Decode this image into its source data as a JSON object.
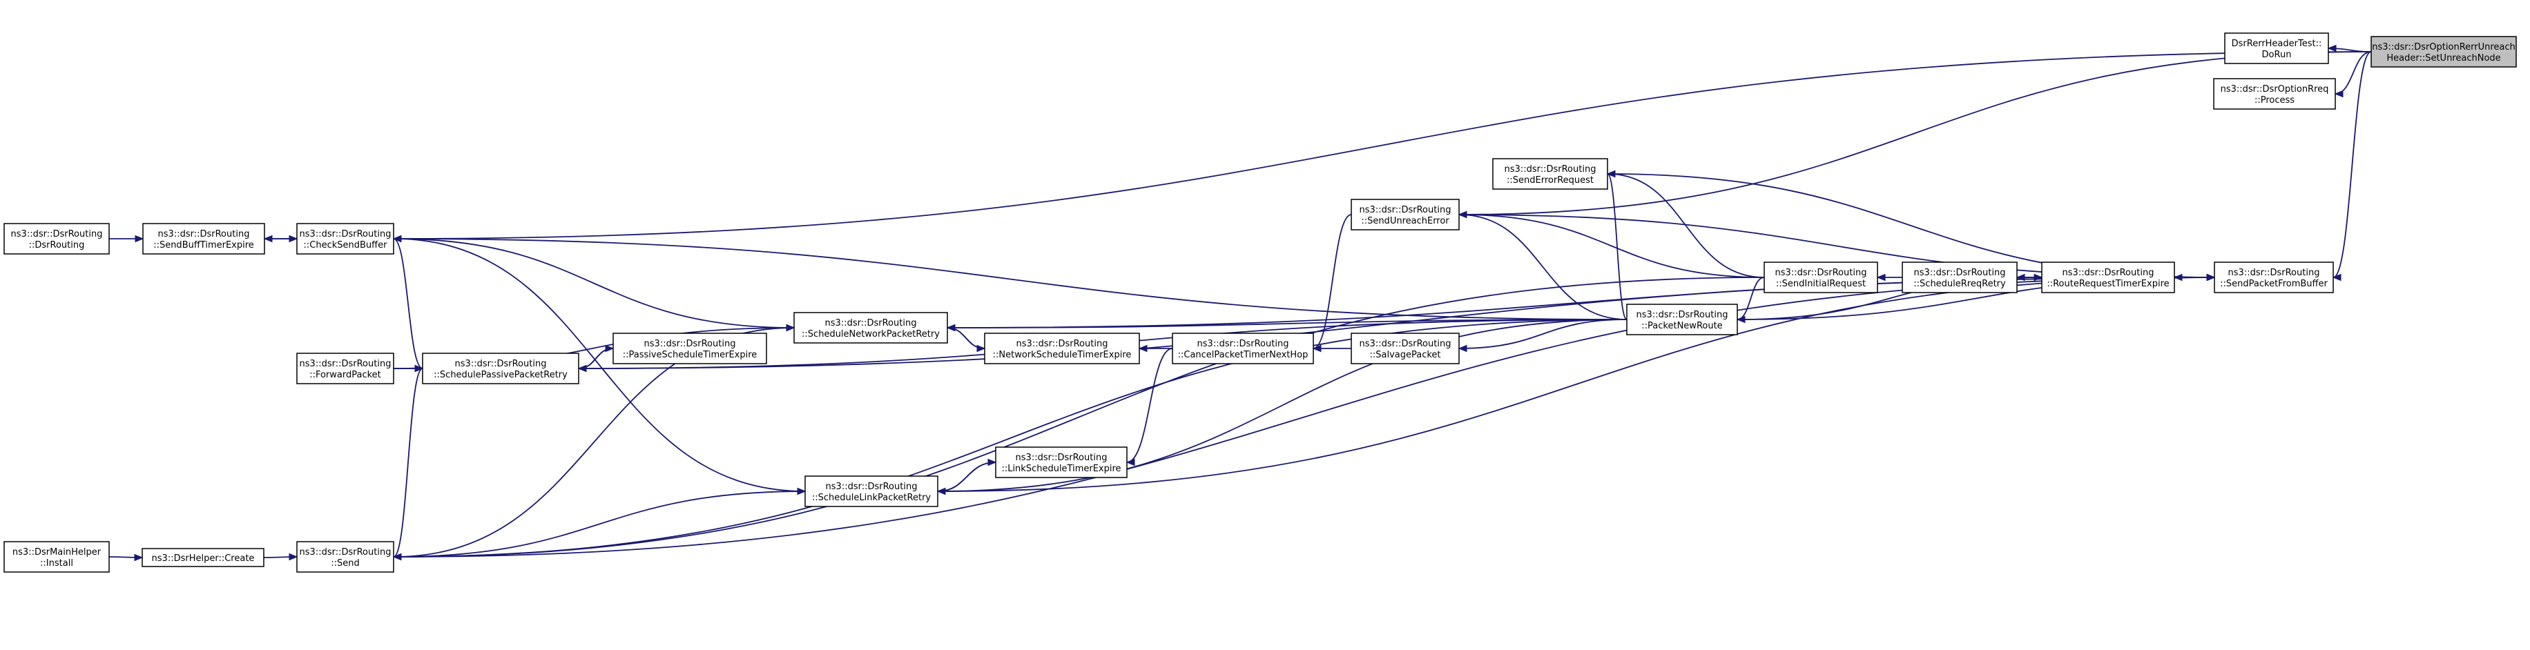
{
  "graph": {
    "type": "call-graph",
    "colors": {
      "edge": "#191970",
      "node_border": "#000000",
      "root_fill": "#bfbfbf",
      "node_fill": "#ffffff"
    },
    "nodes": [
      {
        "id": "root",
        "lines": [
          "ns3::dsr::DsrOptionRerrUnreach",
          "Header::SetUnreachNode"
        ],
        "root": true
      },
      {
        "id": "rerrtest",
        "lines": [
          "DsrRerrHeaderTest::",
          "DoRun"
        ]
      },
      {
        "id": "rreqproc",
        "lines": [
          "ns3::dsr::DsrOptionRreq",
          "::Process"
        ]
      },
      {
        "id": "spfb",
        "lines": [
          "ns3::dsr::DsrRouting",
          "::SendPacketFromBuffer"
        ]
      },
      {
        "id": "rrte",
        "lines": [
          "ns3::dsr::DsrRouting",
          "::RouteRequestTimerExpire"
        ]
      },
      {
        "id": "srr",
        "lines": [
          "ns3::dsr::DsrRouting",
          "::ScheduleRreqRetry"
        ]
      },
      {
        "id": "sir",
        "lines": [
          "ns3::dsr::DsrRouting",
          "::SendInitialRequest"
        ]
      },
      {
        "id": "pnr",
        "lines": [
          "ns3::dsr::DsrRouting",
          "::PacketNewRoute"
        ]
      },
      {
        "id": "ser",
        "lines": [
          "ns3::dsr::DsrRouting",
          "::SendErrorRequest"
        ]
      },
      {
        "id": "sue",
        "lines": [
          "ns3::dsr::DsrRouting",
          "::SendUnreachError"
        ]
      },
      {
        "id": "salv",
        "lines": [
          "ns3::dsr::DsrRouting",
          "::SalvagePacket"
        ]
      },
      {
        "id": "cptnh",
        "lines": [
          "ns3::dsr::DsrRouting",
          "::CancelPacketTimerNextHop"
        ]
      },
      {
        "id": "nste",
        "lines": [
          "ns3::dsr::DsrRouting",
          "::NetworkScheduleTimerExpire"
        ]
      },
      {
        "id": "lste",
        "lines": [
          "ns3::dsr::DsrRouting",
          "::LinkScheduleTimerExpire"
        ]
      },
      {
        "id": "snpr",
        "lines": [
          "ns3::dsr::DsrRouting",
          "::ScheduleNetworkPacketRetry"
        ]
      },
      {
        "id": "slpr",
        "lines": [
          "ns3::dsr::DsrRouting",
          "::ScheduleLinkPacketRetry"
        ]
      },
      {
        "id": "pste",
        "lines": [
          "ns3::dsr::DsrRouting",
          "::PassiveScheduleTimerExpire"
        ]
      },
      {
        "id": "sppr",
        "lines": [
          "ns3::dsr::DsrRouting",
          "::SchedulePassivePacketRetry"
        ]
      },
      {
        "id": "csb",
        "lines": [
          "ns3::dsr::DsrRouting",
          "::CheckSendBuffer"
        ]
      },
      {
        "id": "send",
        "lines": [
          "ns3::dsr::DsrRouting",
          "::Send"
        ]
      },
      {
        "id": "fwd",
        "lines": [
          "ns3::dsr::DsrRouting",
          "::ForwardPacket"
        ]
      },
      {
        "id": "sbte",
        "lines": [
          "ns3::dsr::DsrRouting",
          "::SendBuffTimerExpire"
        ]
      },
      {
        "id": "ctor",
        "lines": [
          "ns3::dsr::DsrRouting",
          "::DsrRouting"
        ]
      },
      {
        "id": "hcreate",
        "lines": [
          "ns3::DsrHelper::Create"
        ]
      },
      {
        "id": "minst",
        "lines": [
          "ns3::DsrMainHelper",
          "::Install"
        ]
      }
    ],
    "edges": [
      [
        "rerrtest",
        "root"
      ],
      [
        "rreqproc",
        "root"
      ],
      [
        "spfb",
        "root"
      ],
      [
        "sue",
        "root"
      ],
      [
        "csb",
        "root"
      ],
      [
        "rrte",
        "spfb"
      ],
      [
        "srr",
        "rrte"
      ],
      [
        "rrte",
        "srr"
      ],
      [
        "sir",
        "srr"
      ],
      [
        "pnr",
        "sir"
      ],
      [
        "ser",
        "sir"
      ],
      [
        "sue",
        "sir"
      ],
      [
        "send",
        "sir"
      ],
      [
        "ser",
        "pnr"
      ],
      [
        "sue",
        "pnr"
      ],
      [
        "salv",
        "pnr"
      ],
      [
        "snpr",
        "pnr"
      ],
      [
        "sppr",
        "pnr"
      ],
      [
        "slpr",
        "pnr"
      ],
      [
        "spfb",
        "pnr"
      ],
      [
        "rrte",
        "pnr"
      ],
      [
        "csb",
        "pnr"
      ],
      [
        "send",
        "pnr"
      ],
      [
        "spfb",
        "ser"
      ],
      [
        "cptnh",
        "sue"
      ],
      [
        "spfb",
        "sue"
      ],
      [
        "cptnh",
        "salv"
      ],
      [
        "nste",
        "cptnh"
      ],
      [
        "lste",
        "cptnh"
      ],
      [
        "snpr",
        "nste"
      ],
      [
        "nste",
        "snpr"
      ],
      [
        "slpr",
        "lste"
      ],
      [
        "lste",
        "slpr"
      ],
      [
        "spfb",
        "snpr"
      ],
      [
        "spfb",
        "sppr"
      ],
      [
        "spfb",
        "slpr"
      ],
      [
        "spfb",
        "send"
      ],
      [
        "pste",
        "sppr"
      ],
      [
        "sppr",
        "pste"
      ],
      [
        "snpr",
        "csb"
      ],
      [
        "snpr",
        "fwd"
      ],
      [
        "snpr",
        "send"
      ],
      [
        "slpr",
        "csb"
      ],
      [
        "slpr",
        "send"
      ],
      [
        "sppr",
        "csb"
      ],
      [
        "sppr",
        "fwd"
      ],
      [
        "sppr",
        "send"
      ],
      [
        "csb",
        "sbte"
      ],
      [
        "sbte",
        "csb"
      ],
      [
        "sbte",
        "ctor"
      ],
      [
        "send",
        "hcreate"
      ],
      [
        "hcreate",
        "minst"
      ]
    ]
  }
}
